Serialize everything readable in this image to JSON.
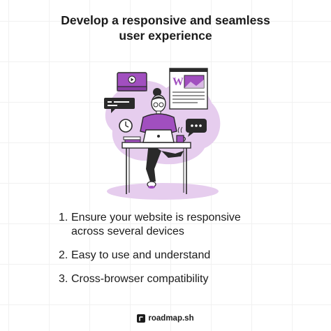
{
  "header": {
    "title_line1": "Develop a responsive and seamless",
    "title_line2": "user experience"
  },
  "illustration": {
    "accent_color": "#a14fbf",
    "blob_color": "#e6cdee",
    "doc_letter": "W"
  },
  "steps": [
    {
      "number": "1.",
      "line1": "Ensure your website is responsive",
      "line2": "across several devices"
    },
    {
      "number": "2.",
      "line1": "Easy to use and understand"
    },
    {
      "number": "3.",
      "line1": "Cross-browser compatibility"
    }
  ],
  "footer": {
    "brand": "roadmap.sh"
  }
}
